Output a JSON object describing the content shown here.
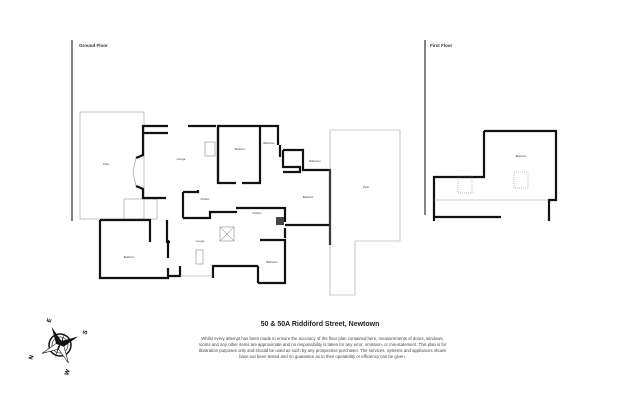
{
  "floors": {
    "ground_label": "Ground Floor",
    "first_label": "First Floor"
  },
  "rooms": {
    "patio": "Patio",
    "lounge_main": "Lounge",
    "bedroom_1": "Bedroom",
    "bathroom_1": "Bathroom",
    "bathroom_2": "Bathroom",
    "kitchen_1": "Kitchen",
    "kitchen_2": "Kitchen",
    "bedroom_2": "Bedroom",
    "deck": "Deck",
    "lounge_2": "Lounge",
    "bedroom_3": "Bedroom",
    "bathroom_3": "Bathroom",
    "bedroom_upstairs": "Bedroom"
  },
  "compass": {
    "n": "N",
    "s": "S",
    "e": "E",
    "w": "W"
  },
  "footer": {
    "address": "50 & 50A Riddiford Street, Newtown",
    "disclaimer": "Whilst every attempt has been made to ensure the accuracy of the floor plan contained here, measurements of doors, windows, rooms and any other items are approximate and no responsibility is taken for any error, omission, or mis-statement. This plan is for illustration purposes only and should be used as such by any prospective purchaser. The services, systems and appliances shown have not been tested and no guarantee as to their operability or efficiency can be given."
  }
}
